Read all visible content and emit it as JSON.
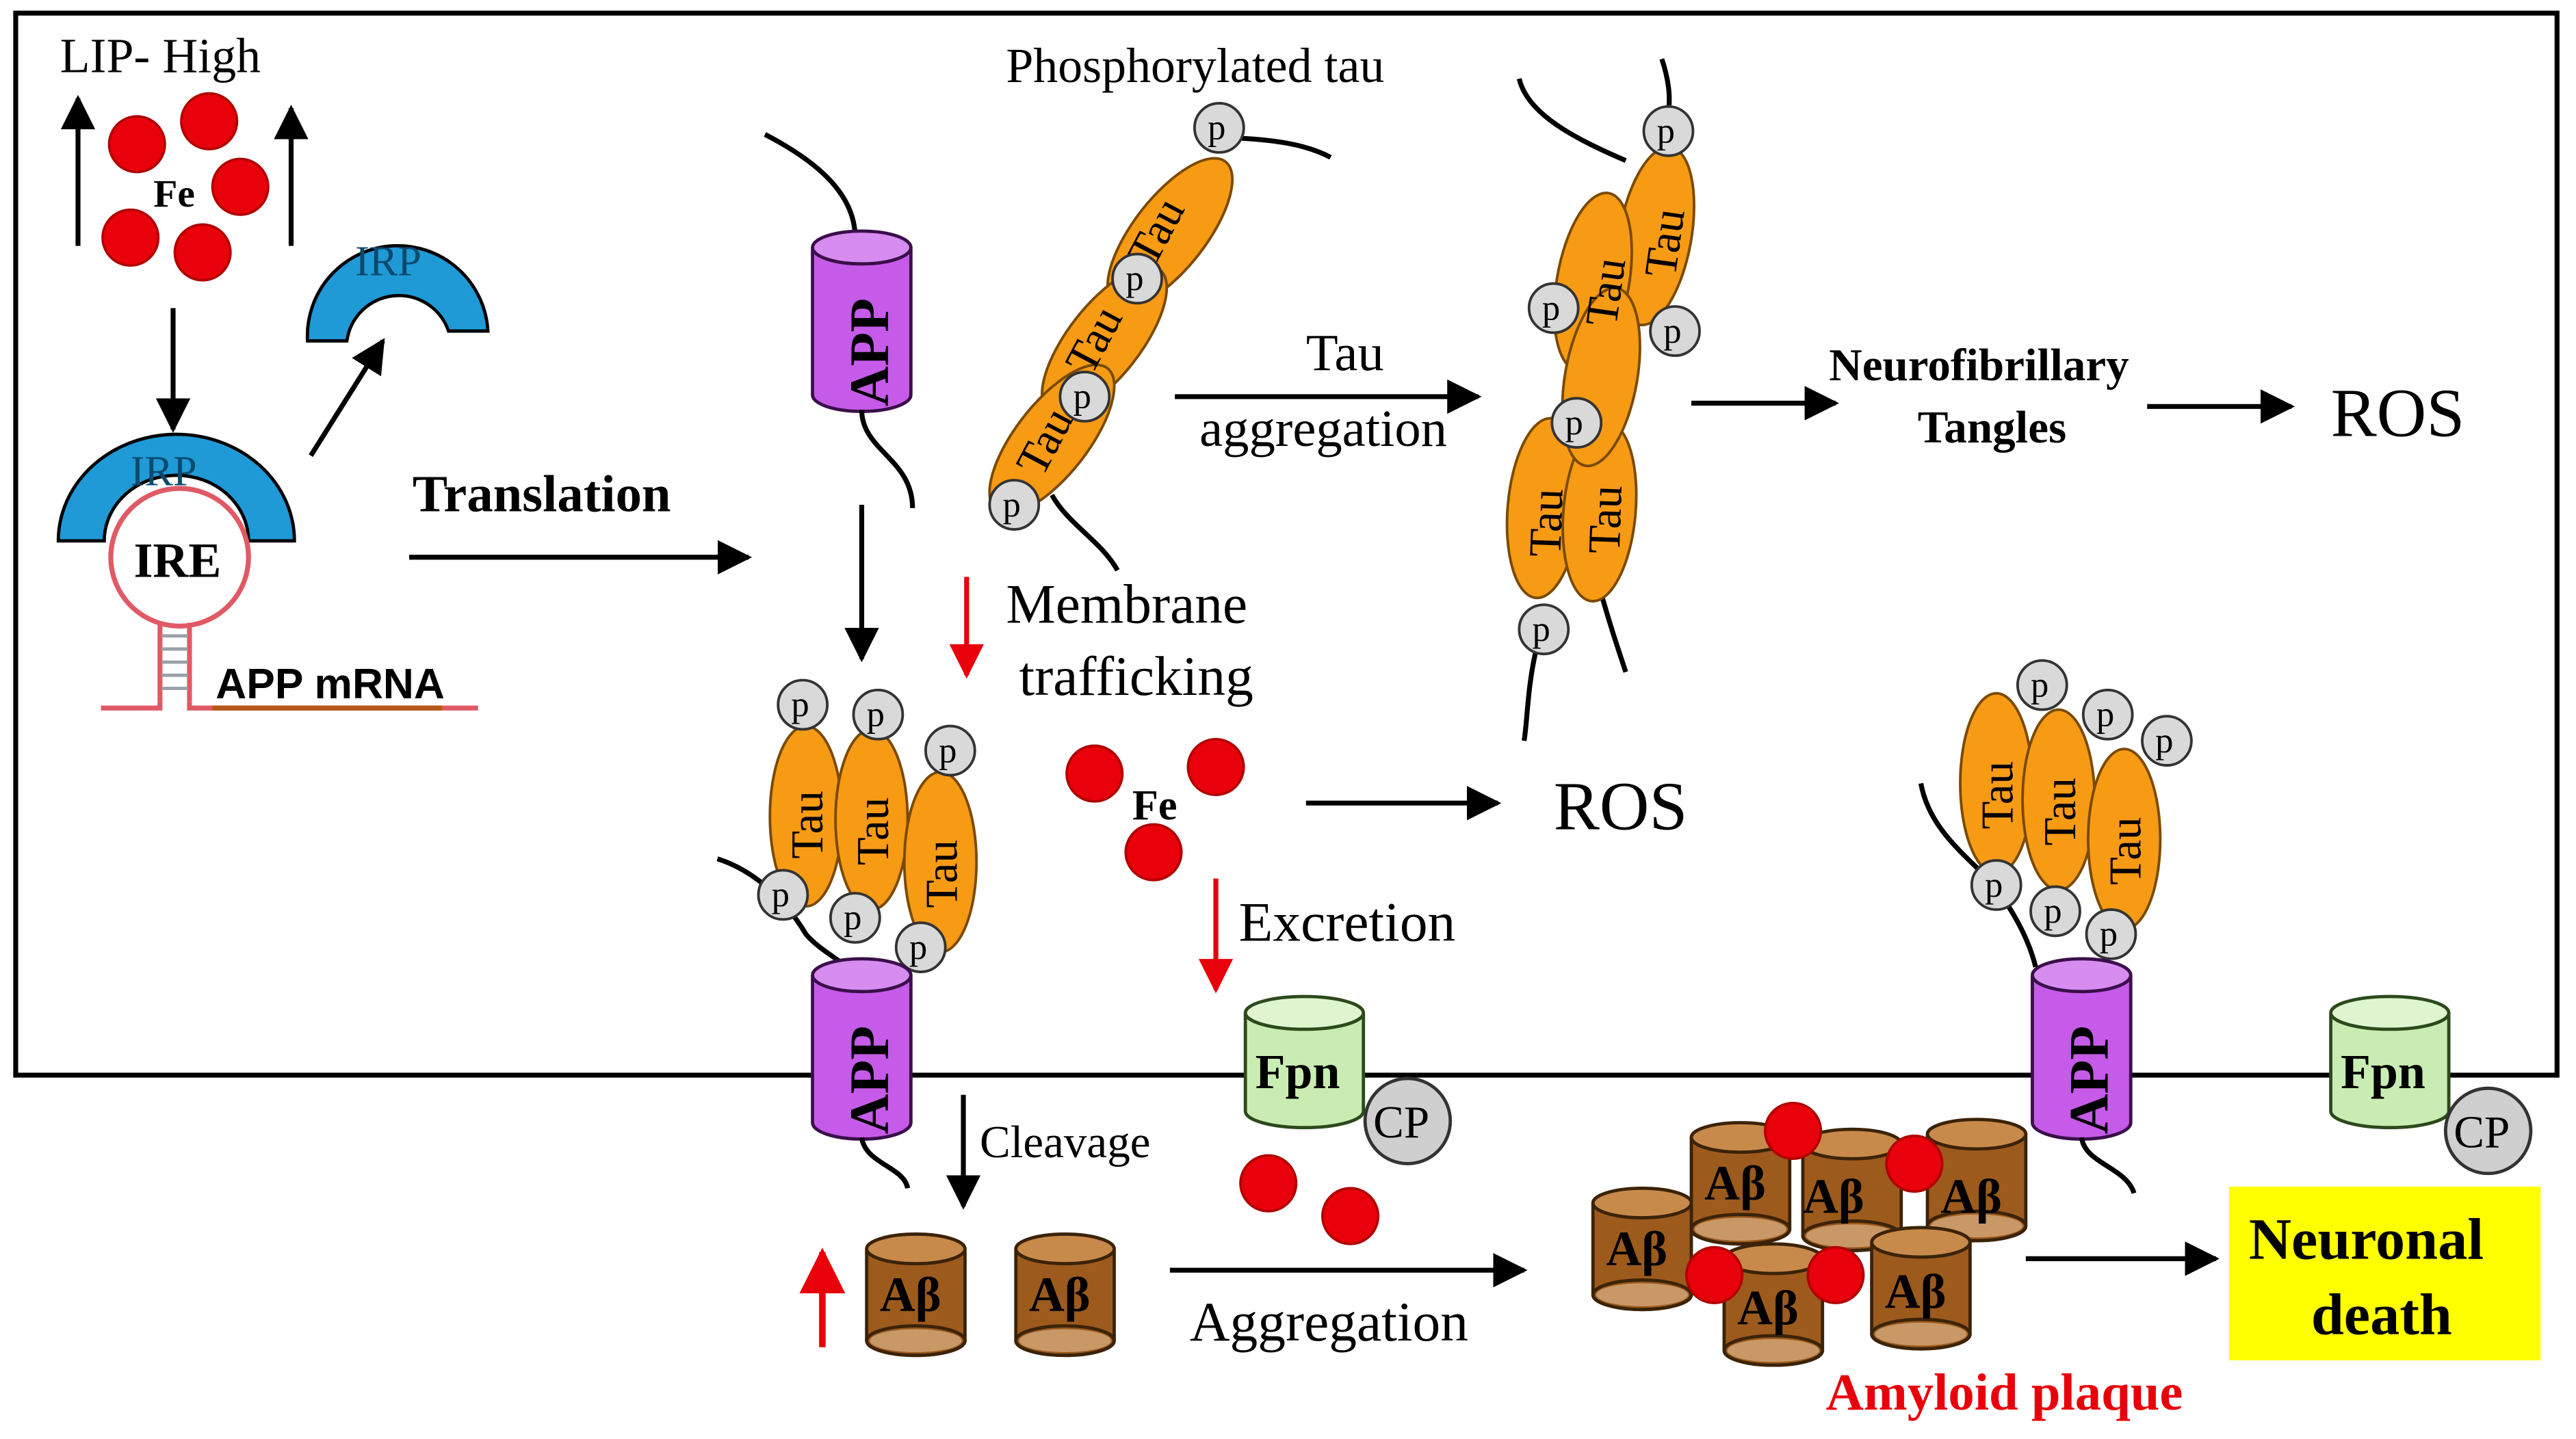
{
  "labels": {
    "lip_high": "LIP- High",
    "fe": "Fe",
    "irp": "IRP",
    "ire": "IRE",
    "app_mrna": "APP mRNA",
    "translation": "Translation",
    "app": "APP",
    "phosphorylated_tau": "Phosphorylated tau",
    "tau": "Tau",
    "p": "p",
    "tau_aggregation_1": "Tau",
    "tau_aggregation_2": "aggregation",
    "neurofibrillary_1": "Neurofibrillary",
    "neurofibrillary_2": "Tangles",
    "ros": "ROS",
    "membrane_1": "Membrane",
    "membrane_2": "trafficking",
    "excretion": "Excretion",
    "fpn": "Fpn",
    "cp": "CP",
    "cleavage": "Cleavage",
    "abeta": "Aβ",
    "aggregation": "Aggregation",
    "amyloid_plaque": "Amyloid plaque",
    "neuronal_1": "Neuronal",
    "neuronal_2": "death"
  },
  "colors": {
    "iron": "#e8000b",
    "tau": "#f79a14",
    "app": "#c55be8",
    "irp": "#1f9ad7",
    "fpn": "#c9ecb3",
    "abeta": "#9c5a1c",
    "abeta_top": "#c88a4a",
    "phospho": "#d9d9d9",
    "cp": "#cfcfcf",
    "neuronal_death_bg": "#ffff00",
    "amyloid_text": "#e8000b",
    "red_arrow": "#e8000b",
    "cell_border": "#000000"
  }
}
